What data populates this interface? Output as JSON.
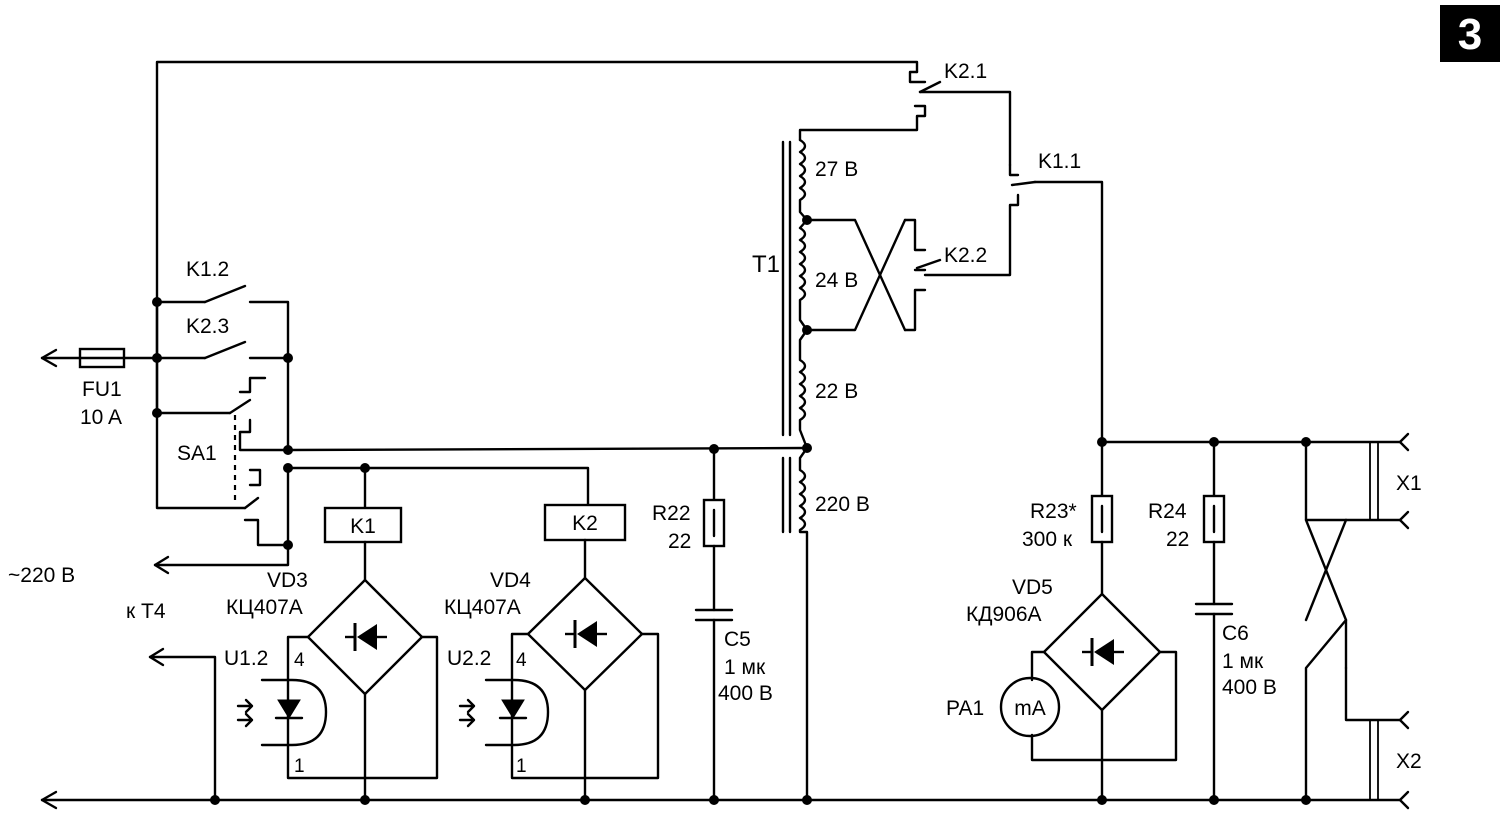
{
  "figure_number": "3",
  "labels": {
    "k21": "K2.1",
    "k11": "K1.1",
    "k22": "K2.2",
    "k12": "K1.2",
    "k23": "K2.3",
    "t1": "T1",
    "w27": "27 B",
    "w24": "24 B",
    "w22": "22 B",
    "w220": "220 B",
    "fu1": "FU1",
    "fu1_val": "10 A",
    "sa1": "SA1",
    "mains": "~220 B",
    "to_t4": "к Т4",
    "k1": "K1",
    "k2": "K2",
    "vd3": "VD3",
    "vd3_type": "КЦ407А",
    "vd4": "VD4",
    "vd4_type": "КЦ407А",
    "u12": "U1.2",
    "u22": "U2.2",
    "pin4": "4",
    "pin1": "1",
    "r22": "R22",
    "r22_val": "22",
    "c5": "C5",
    "c5_val1": "1 мк",
    "c5_val2": "400 B",
    "r23": "R23*",
    "r23_val": "300 к",
    "vd5": "VD5",
    "vd5_type": "КД906А",
    "r24": "R24",
    "r24_val": "22",
    "c6": "C6",
    "c6_val1": "1 мк",
    "c6_val2": "400 B",
    "pa1": "PA1",
    "meter": "mA",
    "x1": "X1",
    "x2": "X2"
  }
}
